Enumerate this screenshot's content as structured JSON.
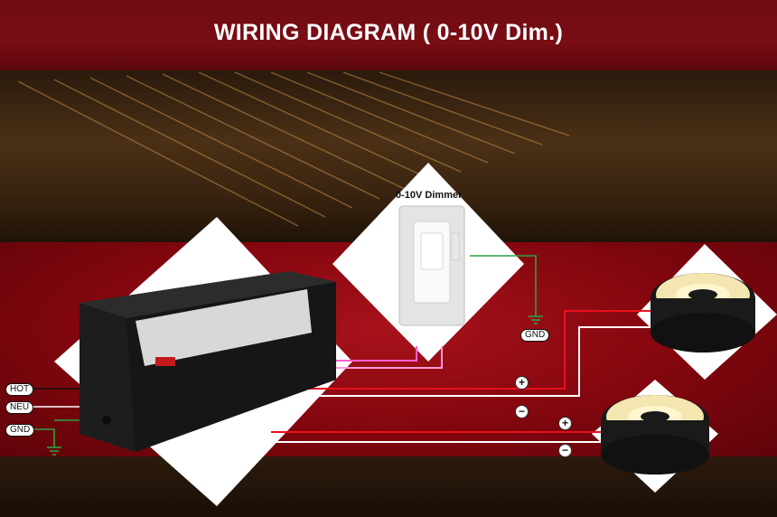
{
  "title": "WIRING DIAGRAM ( 0-10V Dim.)",
  "dimmer": {
    "label": "0-10V Dimmer"
  },
  "labels": {
    "hot": "HOT",
    "neu": "NEU",
    "gnd": "GND",
    "gnd_dimmer": "GND"
  },
  "signs": {
    "plus": "+",
    "minus": "−"
  },
  "colors": {
    "title_bg": "#7a0d14",
    "band_red": "#a8121b",
    "wire_red": "#e8101c",
    "wire_pink": "#ff5fd0",
    "wire_ground": "#2ea043"
  }
}
